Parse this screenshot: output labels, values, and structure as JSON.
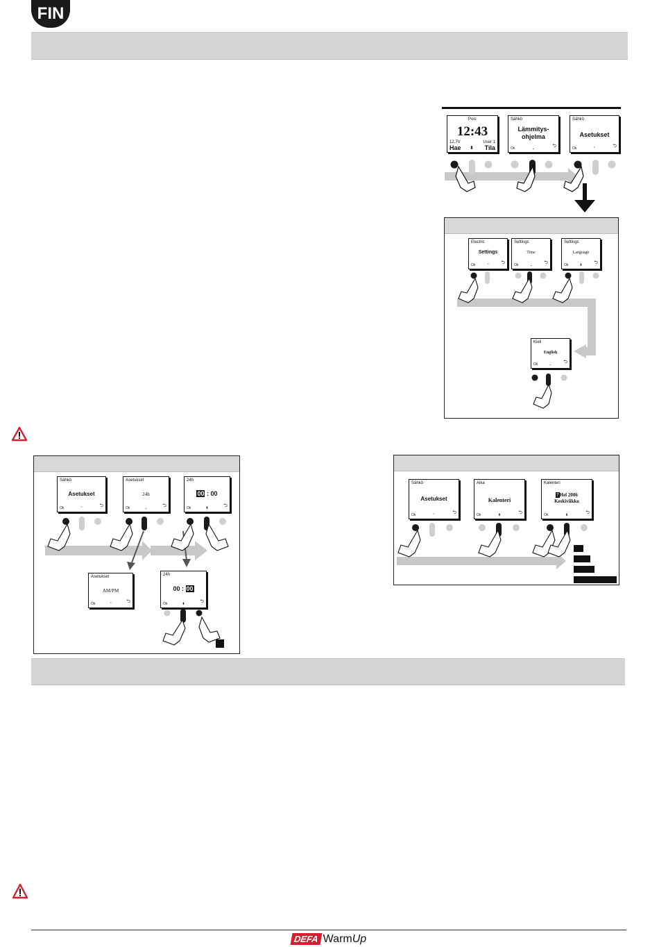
{
  "header": {
    "language_code": "FIN"
  },
  "fig1": {
    "screen1": {
      "title": "Pois",
      "time": "12:43",
      "voltage": "12,7V",
      "user": "User 1",
      "left_btn": "Hae",
      "mid_icon": "⬍",
      "right_btn": "Tila"
    },
    "screen2": {
      "title": "Sähkö",
      "main_line1": "Lämmitys-",
      "main_line2": "ohjelma",
      "ok": "Ok",
      "mid_icon": "⌄",
      "ret_icon": "⮌"
    },
    "screen3": {
      "title": "Sähkö",
      "main": "Asetukset",
      "ok": "Ok",
      "mid_icon": "⌃",
      "ret_icon": "⮌"
    }
  },
  "fig2": {
    "screen1": {
      "title": "Electric",
      "main": "Settings",
      "ok": "Ok",
      "mid_icon": "⌃",
      "ret_icon": "⮌"
    },
    "screen2": {
      "title": "Settings",
      "main": "Time",
      "ok": "Ok",
      "mid_icon": "⌄",
      "ret_icon": "⮌"
    },
    "screen3": {
      "title": "Settings",
      "main": "Language",
      "ok": "Ok",
      "mid_icon": "⬍",
      "ret_icon": "⮌"
    },
    "screen4": {
      "title": "Kieli",
      "main": "English",
      "ok": "Ok",
      "mid_icon": "⌄",
      "ret_icon": "⮌"
    }
  },
  "fig3": {
    "screen1": {
      "title": "Sähkö",
      "main": "Asetukset",
      "ok": "Ok",
      "mid_icon": "⌃",
      "ret_icon": "⮌"
    },
    "screen2": {
      "title": "Asetukset",
      "main": "24h",
      "ok": "Ok",
      "mid_icon": "⌄",
      "ret_icon": "⮌"
    },
    "screen3": {
      "title": "24h",
      "hours": "00",
      "sep": ":",
      "minutes": "00",
      "ok": "Ok",
      "mid_icon": "⬍",
      "ret_icon": "⮌"
    },
    "screen4": {
      "title": "Asetukset",
      "main": "AM/PM",
      "ok": "Ok",
      "mid_icon": "⌃",
      "ret_icon": "⮌"
    },
    "screen5": {
      "title": "24h",
      "hours": "00",
      "sep": ":",
      "minutes": "00",
      "ok": "Ok",
      "mid_icon": "⬍",
      "ret_icon": "⮌"
    }
  },
  "fig4": {
    "screen1": {
      "title": "Sähkö",
      "main": "Asetukset",
      "ok": "Ok",
      "mid_icon": "⌃",
      "ret_icon": "⮌"
    },
    "screen2": {
      "title": "Aika",
      "main": "Kalenteri",
      "ok": "Ok",
      "mid_icon": "⬍",
      "ret_icon": "⮌"
    },
    "screen3": {
      "title": "Kalenteri",
      "line1": "Hel 2006",
      "marker": "?",
      "line2": "Keskiviikko",
      "ok": "Ok",
      "mid_icon": "⬍",
      "ret_icon": "⮌"
    }
  },
  "footer": {
    "brand": "DEFA",
    "product_a": "Warm",
    "product_b": "Up"
  },
  "colors": {
    "band": "#d4d4d4",
    "button_dark": "#1a1a1a",
    "button_light": "#cfcfcf",
    "flow_arrow": "#c8c8c8",
    "brand_red": "#d2202f"
  }
}
